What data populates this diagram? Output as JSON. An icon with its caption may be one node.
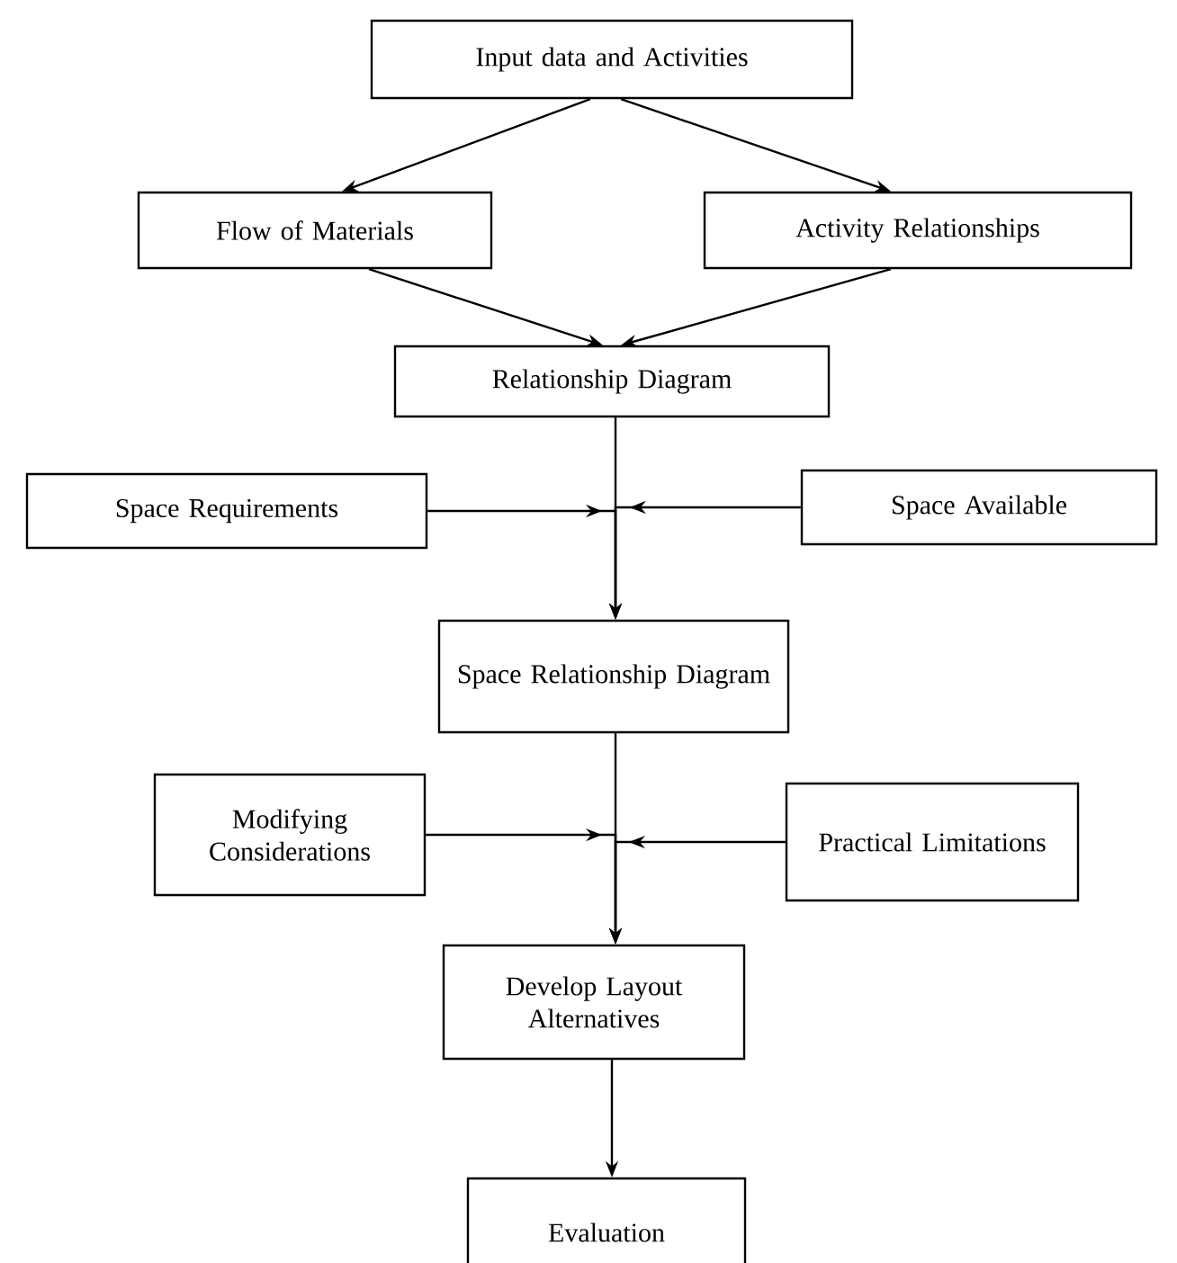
{
  "diagram": {
    "nodes": [
      {
        "text": [
          "Input data and Activities"
        ]
      },
      {
        "text": [
          "Flow of Materials"
        ]
      },
      {
        "text": [
          "Activity Relationships"
        ]
      },
      {
        "text": [
          "Relationship Diagram"
        ]
      },
      {
        "text": [
          "Space Requirements"
        ]
      },
      {
        "text": [
          "Space Available"
        ]
      },
      {
        "text": [
          "Space Relationship Diagram"
        ]
      },
      {
        "text": [
          "Modifying Considerations"
        ]
      },
      {
        "text": [
          "Practical Limitations"
        ]
      },
      {
        "text": [
          "Develop Layout Alternatives"
        ]
      },
      {
        "text": [
          "Evaluation"
        ]
      }
    ],
    "edges": [
      {
        "from": 0,
        "to": 1,
        "arrow": "to"
      },
      {
        "from": 0,
        "to": 2,
        "arrow": "to"
      },
      {
        "from": 1,
        "to": 3,
        "arrow": "to"
      },
      {
        "from": 2,
        "to": 3,
        "arrow": "to"
      },
      {
        "from": 3,
        "to": 6,
        "arrow": "to"
      },
      {
        "from": 4,
        "to": 6,
        "arrow": "to"
      },
      {
        "from": 5,
        "to": 6,
        "arrow": "to"
      },
      {
        "from": 6,
        "to": 9,
        "arrow": "to"
      },
      {
        "from": 7,
        "to": 9,
        "arrow": "to"
      },
      {
        "from": 8,
        "to": 9,
        "arrow": "to"
      },
      {
        "from": 9,
        "to": 10,
        "arrow": "to"
      }
    ]
  }
}
